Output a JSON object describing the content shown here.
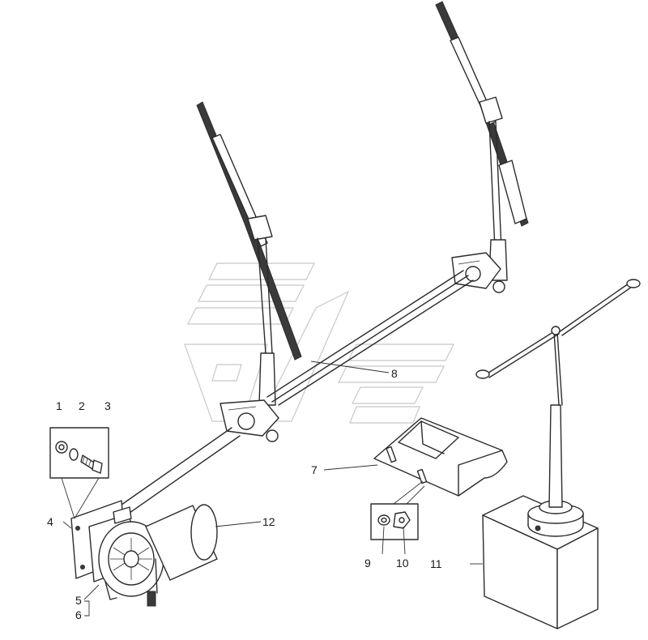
{
  "callouts": [
    {
      "id": "1",
      "text": "1"
    },
    {
      "id": "2",
      "text": "2"
    },
    {
      "id": "3",
      "text": "3"
    },
    {
      "id": "4",
      "text": "4"
    },
    {
      "id": "5",
      "text": "5"
    },
    {
      "id": "6",
      "text": "6"
    },
    {
      "id": "7",
      "text": "7"
    },
    {
      "id": "8",
      "text": "8"
    },
    {
      "id": "9",
      "text": "9"
    },
    {
      "id": "10",
      "text": "10"
    },
    {
      "id": "11",
      "text": "11"
    },
    {
      "id": "12",
      "text": "12"
    }
  ],
  "colors": {
    "ink": "#2b2b2b",
    "background": "#ffffff",
    "watermark": "#c8c8c8"
  }
}
